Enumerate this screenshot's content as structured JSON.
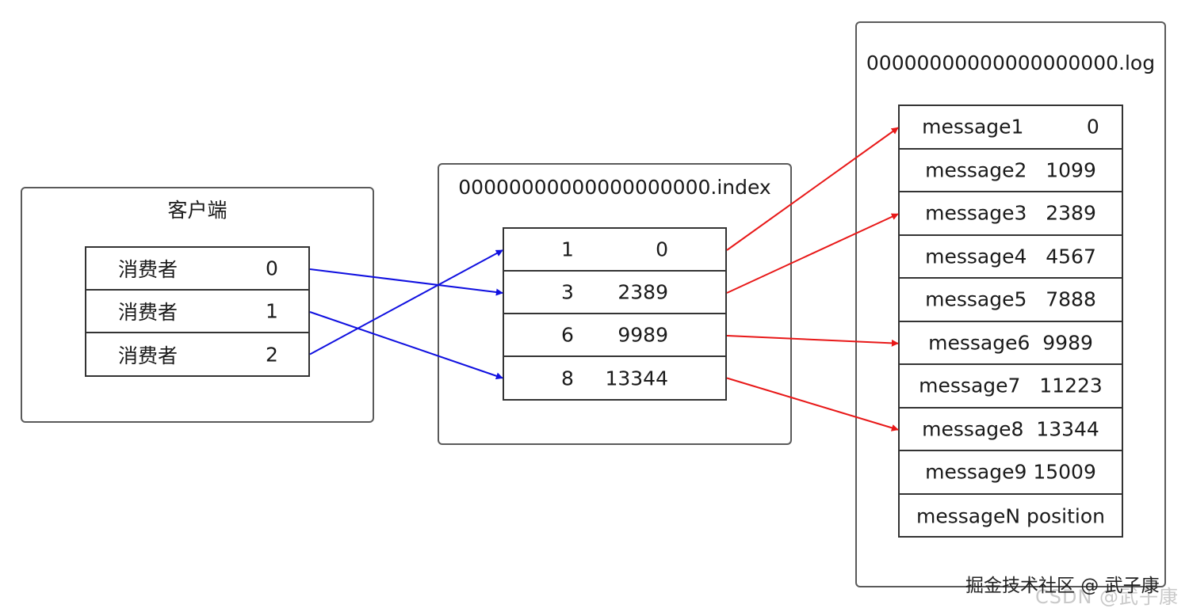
{
  "client": {
    "title": "客户端",
    "rows": [
      {
        "label": "消费者",
        "value": "0"
      },
      {
        "label": "消费者",
        "value": "1"
      },
      {
        "label": "消费者",
        "value": "2"
      }
    ]
  },
  "index_file": {
    "title": "00000000000000000000.index",
    "rows": [
      {
        "offset": "1",
        "position": "0"
      },
      {
        "offset": "3",
        "position": "2389"
      },
      {
        "offset": "6",
        "position": "9989"
      },
      {
        "offset": "8",
        "position": "13344"
      }
    ]
  },
  "log_file": {
    "title": "00000000000000000000.log",
    "rows": [
      {
        "text": "message1          0"
      },
      {
        "text": "message2   1099"
      },
      {
        "text": "message3   2389"
      },
      {
        "text": "message4   4567"
      },
      {
        "text": "message5   7888"
      },
      {
        "text": "message6  9989"
      },
      {
        "text": "message7   11223"
      },
      {
        "text": "message8  13344"
      },
      {
        "text": "message9 15009"
      },
      {
        "text": "messageN position"
      }
    ]
  },
  "consumer_links": [
    {
      "from_consumer": 0,
      "to_index_row": 1
    },
    {
      "from_consumer": 1,
      "to_index_row": 3
    },
    {
      "from_consumer": 2,
      "to_index_row": 0
    }
  ],
  "index_links": [
    {
      "from_index_row": 0,
      "to_log_row": 0
    },
    {
      "from_index_row": 1,
      "to_log_row": 2
    },
    {
      "from_index_row": 2,
      "to_log_row": 5
    },
    {
      "from_index_row": 3,
      "to_log_row": 7
    }
  ],
  "colors": {
    "consumer_arrow": "#1010e0",
    "index_arrow": "#e81818"
  },
  "watermark": {
    "text": "掘金技术社区 @ 武子康",
    "ghost": "CSDN @武子康"
  }
}
